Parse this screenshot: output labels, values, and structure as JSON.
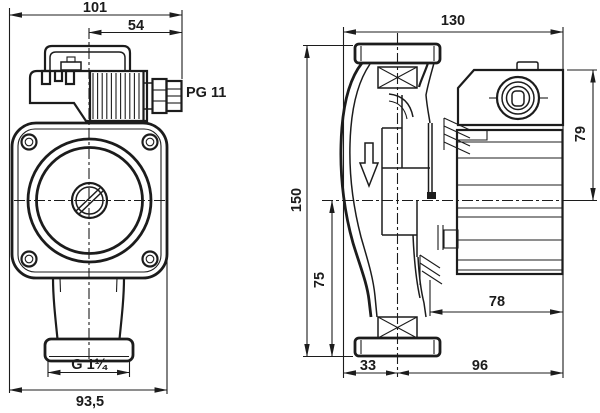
{
  "front_view": {
    "dims": {
      "overall_width": "101",
      "terminal_box_offset": "54",
      "cable_gland": "PG 11",
      "port_thread": "G 1¼",
      "housing_width": "93,5"
    }
  },
  "side_view": {
    "dims": {
      "overall_depth": "130",
      "motor_top_to_axis": "79",
      "port_to_port": "150",
      "axis_to_port": "75",
      "motor_depth": "78",
      "front_to_axis": "33",
      "axis_to_rear": "96"
    }
  },
  "colors": {
    "line": "#1c1c1c",
    "background": "#ffffff"
  }
}
